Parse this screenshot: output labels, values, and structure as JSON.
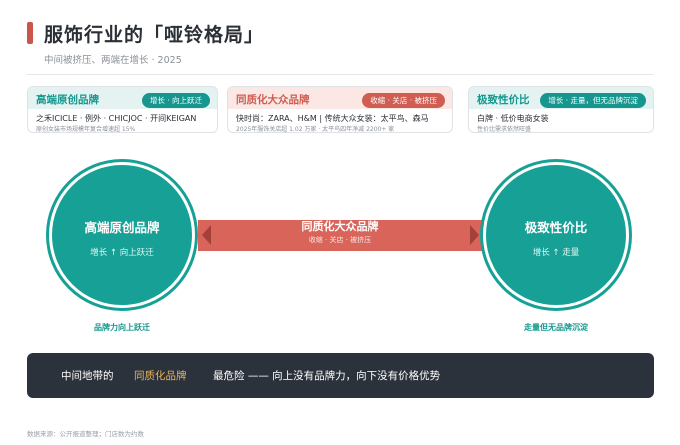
{
  "header": {
    "title": "服饰行业的「哑铃格局」",
    "subtitle": "中间被挤压、两端在增长 · 2025"
  },
  "cards": [
    {
      "name": "高端原创品牌",
      "tag": "增长 · 向上跃迁",
      "line1": "之禾ICICLE · 例外 · CHICJOC · 开间KEIGAN",
      "line2": "原创女装市场规模年复合增速超 15%"
    },
    {
      "name": "同质化大众品牌",
      "tag": "收缩 · 关店 · 被挤压",
      "line1": "快时尚：ZARA、H&M | 传统大众女装：太平鸟、森马",
      "line2": "2025年服饰关店超 1.02 万家 · 太平鸟四年净减 2200+ 家"
    },
    {
      "name": "极致性价比",
      "tag": "增长 · 走量，但无品牌沉淀",
      "line1": "白牌 · 低价电商女装",
      "line2": "性价比需求依然旺盛"
    }
  ],
  "diagram": {
    "left": {
      "title": "高端原创品牌",
      "subtitle": "增长 ↑ 向上跃迁",
      "caption": "品牌力向上跃迁"
    },
    "middle": {
      "title": "同质化大众品牌",
      "subtitle": "收缩 · 关店 · 被挤压"
    },
    "right": {
      "title": "极致性价比",
      "subtitle": "增长 ↑ 走量",
      "caption": "走量但无品牌沉淀"
    }
  },
  "banner": {
    "prefix": "中间地带的",
    "highlight": "同质化品牌",
    "suffix": "最危险 —— 向上没有品牌力，向下没有价格优势"
  },
  "footer": {
    "source": "数据来源：公开报道整理；门店数为约数"
  },
  "colors": {
    "accent_red": "#cf5d52",
    "teal": "#17a196",
    "banner_bg": "#2c323b",
    "highlight": "#e8b35a"
  }
}
